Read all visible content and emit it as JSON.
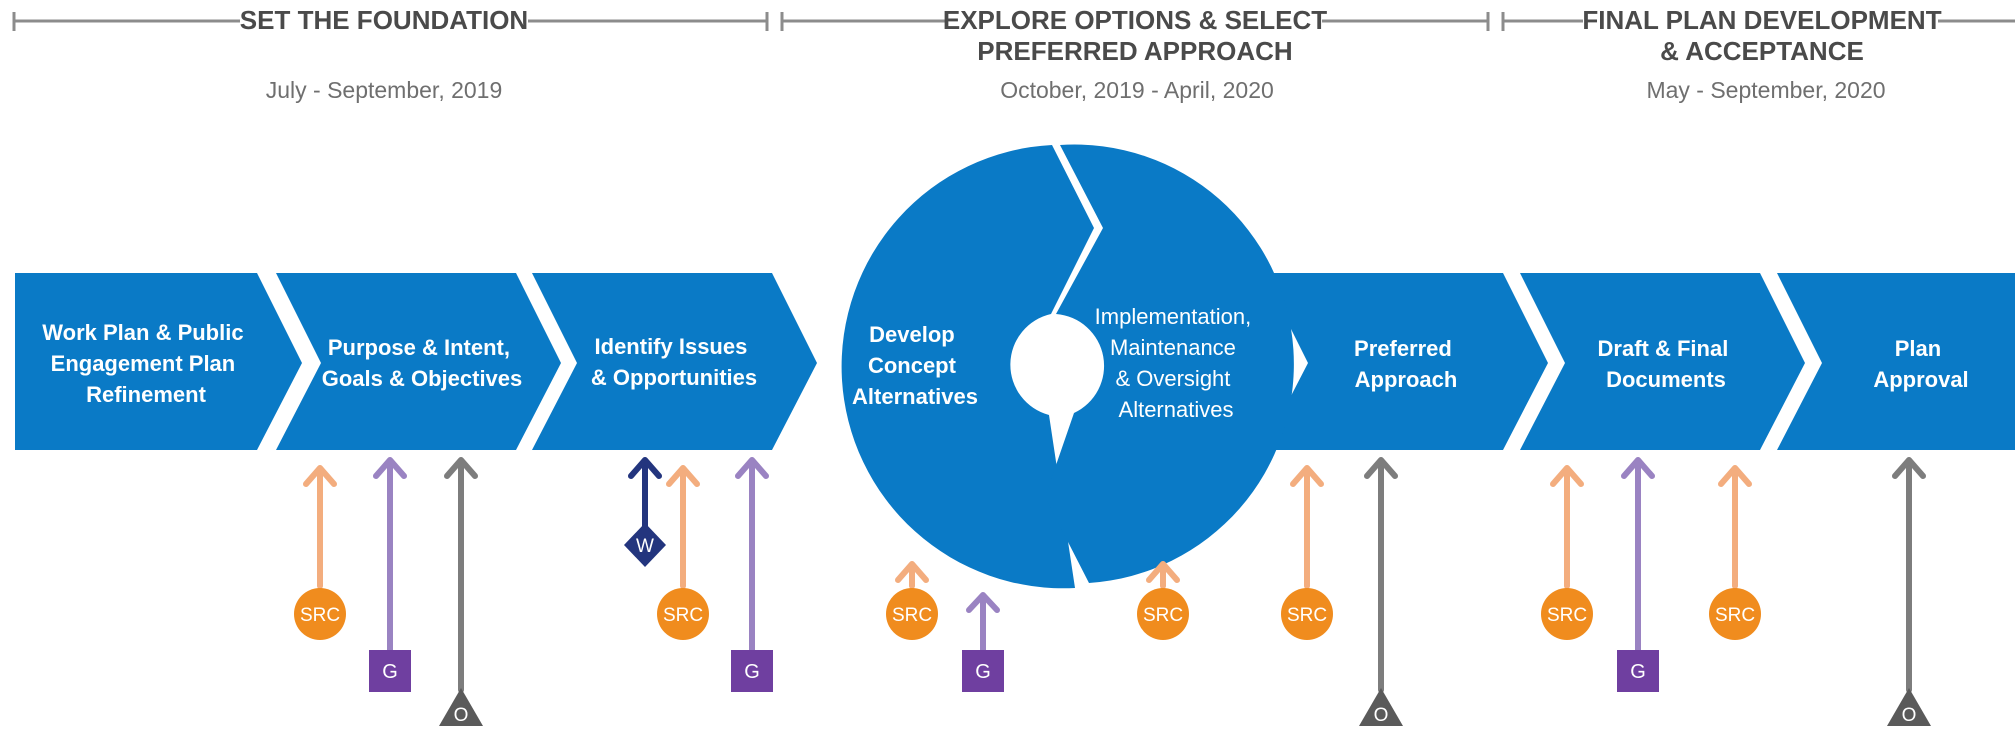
{
  "phases": [
    {
      "title": "SET THE FOUNDATION",
      "title_line2": "",
      "dates": "July - September, 2019"
    },
    {
      "title": "EXPLORE OPTIONS & SELECT",
      "title_line2": "PREFERRED APPROACH",
      "dates": "October, 2019 - April, 2020"
    },
    {
      "title": "FINAL PLAN DEVELOPMENT",
      "title_line2": "& ACCEPTANCE",
      "dates": "May - September, 2020"
    }
  ],
  "steps": [
    {
      "lines": [
        "Work Plan & Public",
        "Engagement Plan",
        "Refinement"
      ]
    },
    {
      "lines": [
        "Purpose & Intent,",
        "Goals & Objectives"
      ]
    },
    {
      "lines": [
        "Identify Issues",
        "& Opportunities"
      ]
    },
    {
      "lines": [
        "Develop",
        "Concept",
        "Alternatives"
      ]
    },
    {
      "lines": [
        "Implementation,",
        "Maintenance",
        "& Oversight",
        "Alternatives"
      ]
    },
    {
      "lines": [
        "Preferred",
        "Approach"
      ]
    },
    {
      "lines": [
        "Draft & Final",
        "Documents"
      ]
    },
    {
      "lines": [
        "Plan",
        "Approval"
      ]
    }
  ],
  "badge_labels": {
    "src": "SRC",
    "g": "G",
    "o": "O",
    "w": "W"
  },
  "colors": {
    "blue": "#0a7ac6",
    "src": "#f08c1e",
    "src_arrow": "#f3ad7e",
    "g": "#6f3fa0",
    "g_arrow": "#9a83c2",
    "o": "#5a5a5a",
    "o_arrow": "#7d7d7d",
    "w": "#23357e",
    "timeline": "#8c8c8c"
  }
}
